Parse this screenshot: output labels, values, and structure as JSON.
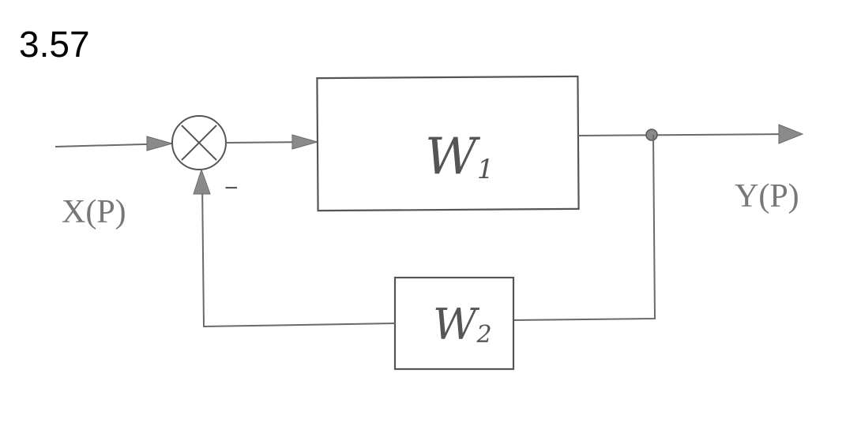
{
  "problem_number": "3.57",
  "input_label": "X(P)",
  "output_label": "Y(P)",
  "feedback_sign": "−",
  "blocks": {
    "forward": {
      "main": "W",
      "sub": "1"
    },
    "feedback": {
      "main": "W",
      "sub": "2"
    }
  },
  "colors": {
    "lines": "#6a6a6a",
    "labels": "#777777"
  }
}
